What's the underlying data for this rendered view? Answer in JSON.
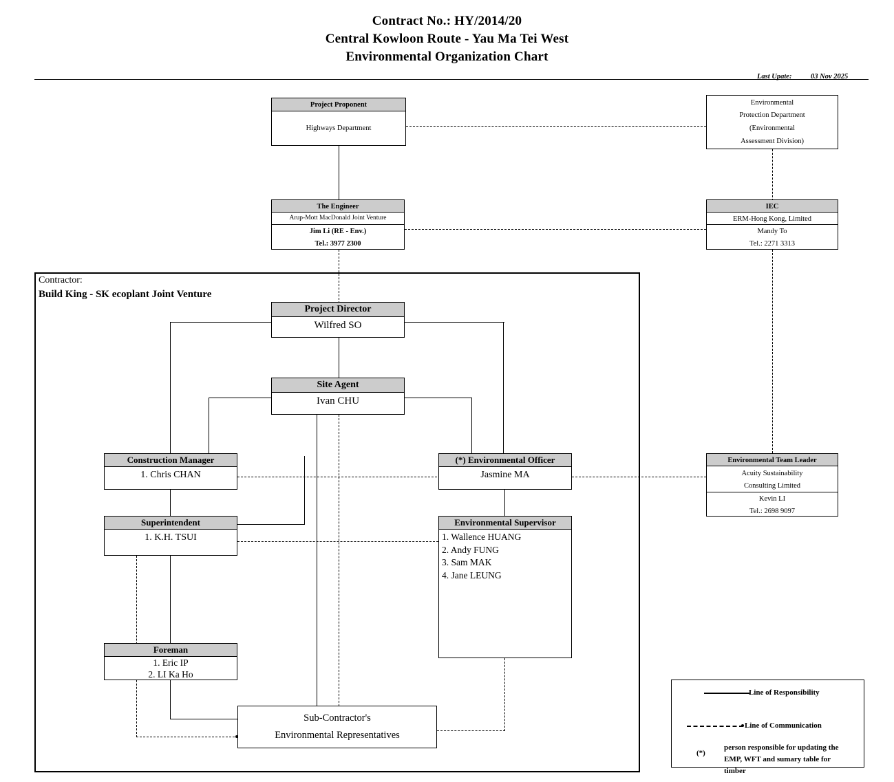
{
  "header": {
    "title_lines": [
      "Contract No.: HY/2014/20",
      "Central Kowloon Route - Yau Ma Tei West",
      "Environmental Organization Chart"
    ],
    "last_update_label": "Last Upate:",
    "last_update_value": "03 Nov 2025"
  },
  "contractor_frame": {
    "label": "Contractor:",
    "name": "Build King - SK ecoplant Joint Venture"
  },
  "nodes": {
    "project_proponent": {
      "header": "Project Proponent",
      "body": "Highways Department"
    },
    "epd": {
      "line1": "Environmental",
      "line2": "Protection Department",
      "line3": "(Environmental",
      "line4": "Assessment Division)"
    },
    "engineer": {
      "header": "The Engineer",
      "company": "Arup-Mott MacDonald Joint Venture",
      "person": "Jim Li (RE - Env.)",
      "tel": "Tel.: 3977 2300"
    },
    "iec": {
      "header": "IEC",
      "company": "ERM-Hong Kong, Limited",
      "person": "Mandy To",
      "tel": "Tel.: 2271 3313"
    },
    "project_director": {
      "header": "Project Director",
      "person": "Wilfred SO"
    },
    "site_agent": {
      "header": "Site Agent",
      "person": "Ivan CHU"
    },
    "construction_manager": {
      "header": "Construction Manager",
      "person": "1. Chris CHAN"
    },
    "superintendent": {
      "header": "Superintendent",
      "person": "1. K.H. TSUI"
    },
    "environmental_officer": {
      "header": "(*) Environmental Officer",
      "person": "Jasmine MA"
    },
    "environmental_supervisor": {
      "header": "Environmental Supervisor",
      "members": [
        "1. Wallence HUANG",
        "2. Andy FUNG",
        "3. Sam MAK",
        "4. Jane LEUNG"
      ]
    },
    "environmental_team_leader": {
      "header": "Environmental Team Leader",
      "company_line1": "Acuity Sustainability",
      "company_line2": "Consulting Limited",
      "person": "Kevin LI",
      "tel": "Tel.: 2698 9097"
    },
    "foreman": {
      "header": "Foreman",
      "member1": "1. Eric IP",
      "member2": "2. LI Ka Ho"
    },
    "sub_contractor": {
      "line1": "Sub-Contractor's",
      "line2": "Environmental Representatives"
    }
  },
  "legend": {
    "responsibility": "Line of Responsibility",
    "communication": "Line of Communication",
    "asterisk": "(*)",
    "note": "person responsible for updating the EMP, WFT and sumary table for timber"
  }
}
